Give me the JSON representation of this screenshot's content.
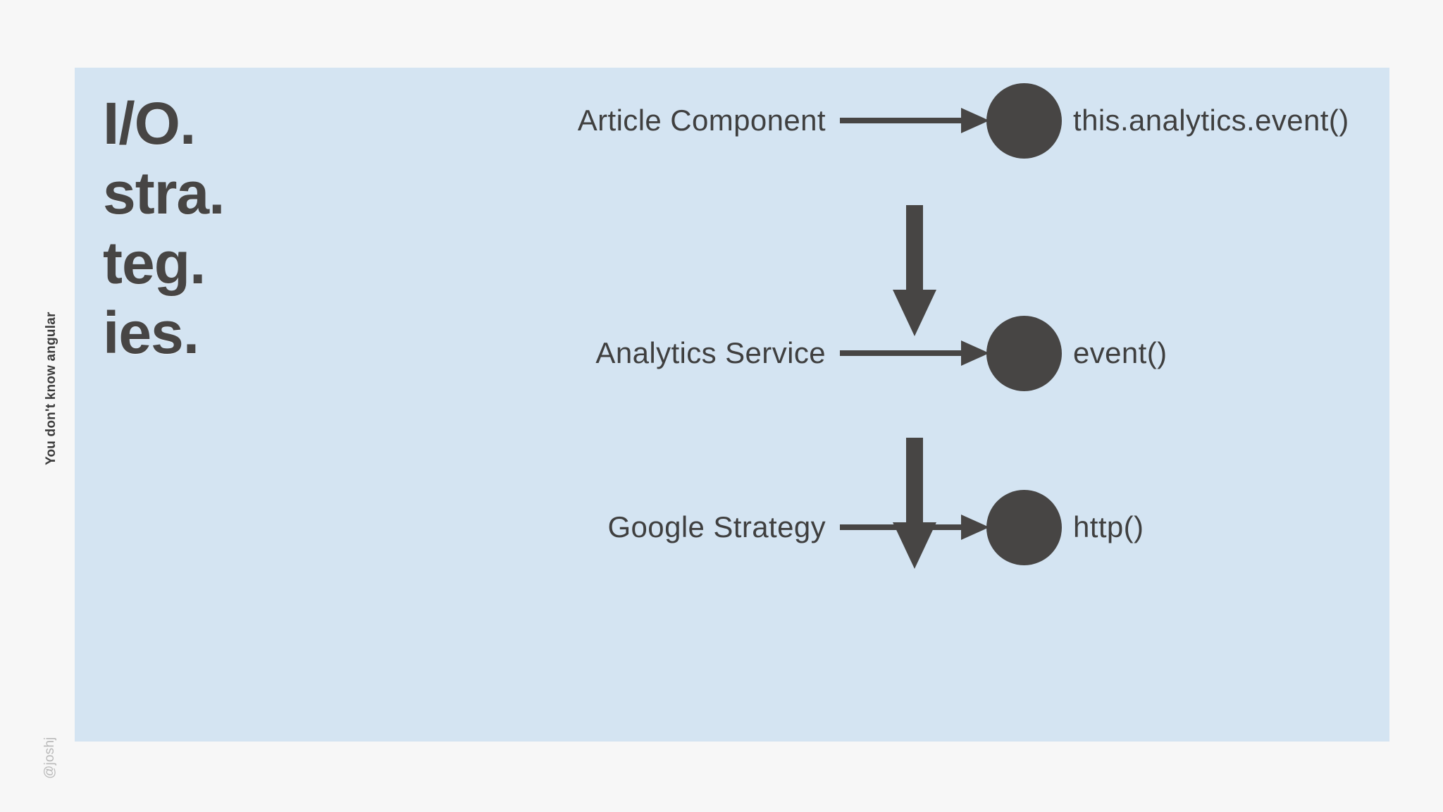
{
  "slide": {
    "side_title": "You don't know angular",
    "handle": "@joshj",
    "panel_color": "#d4e4f2",
    "background_color": "#f7f7f7",
    "node_color": "#474544",
    "text_color": "#3f3f3f"
  },
  "title": {
    "lines": [
      "I/O.",
      "stra.",
      "teg.",
      "ies."
    ]
  },
  "diagram": {
    "rows": [
      {
        "source": "Article Component",
        "target": "this.analytics.event()"
      },
      {
        "source": "Analytics Service",
        "target": "event()"
      },
      {
        "source": "Google Strategy",
        "target": "http()"
      }
    ]
  }
}
